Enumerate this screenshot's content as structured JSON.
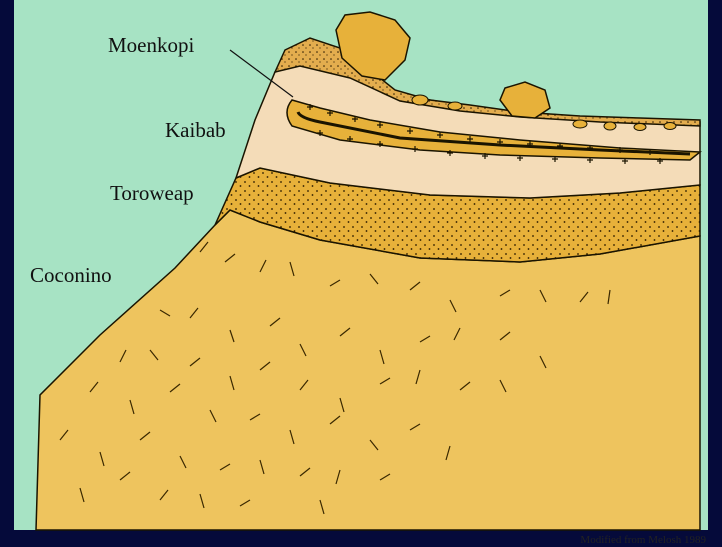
{
  "diagram": {
    "layers": [
      {
        "key": "moenkopi",
        "label": "Moenkopi"
      },
      {
        "key": "kaibab",
        "label": "Kaibab"
      },
      {
        "key": "toroweap",
        "label": "Toroweap"
      },
      {
        "key": "coconino",
        "label": "Coconino"
      }
    ],
    "credit": "Modified from Melosh 1989"
  },
  "colors": {
    "background_frame": "#050a3a",
    "sky": "#a7e3c4",
    "coconino": "#eec45e",
    "toroweap": "#e7b13a",
    "kaibab": "#f4dcb8",
    "moenkopi": "#e3ad4e",
    "ink": "#111111"
  }
}
